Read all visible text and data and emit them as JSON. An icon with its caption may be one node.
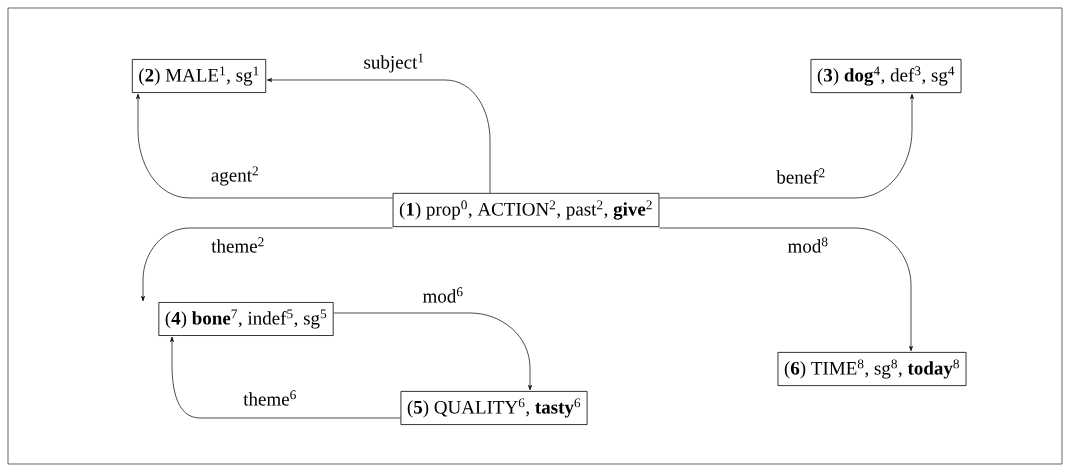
{
  "diagram": {
    "nodes": [
      {
        "text": [
          "(**2**) MALE$^{1}$, sg$^{1}$"
        ]
      },
      {
        "text": [
          "(**3**) **dog**$^{4}$, def$^{3}$, sg$^{4}$"
        ]
      },
      {
        "text": [
          "(**1**) prop$^{0}$, ACTION$^{2}$, past$^{2}$, **give**$^{2}$"
        ]
      },
      {
        "text": [
          "(**4**) **bone**$^{7}$, indef$^{5}$, sg$^{5}$"
        ]
      },
      {
        "text": [
          "(**6**) TIME$^{8}$, sg$^{8}$, **today**$^{8}$"
        ]
      },
      {
        "text": [
          "(**5**) QUALITY$^{6}$, **tasty**$^{6}$"
        ]
      }
    ],
    "edges": [
      {
        "from": 2,
        "to": 0,
        "arrow": "to",
        "label": "subject$^{1}$"
      },
      {
        "from": 2,
        "to": 0,
        "arrow": "to",
        "label": "agent$^{2}$"
      },
      {
        "from": 2,
        "to": 1,
        "arrow": "to",
        "label": "benef$^{2}$"
      },
      {
        "from": 2,
        "to": 3,
        "arrow": "to",
        "label": "theme$^{2}$"
      },
      {
        "from": 2,
        "to": 4,
        "arrow": "to",
        "label": "mod$^{8}$"
      },
      {
        "from": 3,
        "to": 5,
        "arrow": "to",
        "label": "mod$^{6}$"
      },
      {
        "from": 5,
        "to": 3,
        "arrow": "to",
        "label": "theme$^{6}$"
      }
    ]
  }
}
